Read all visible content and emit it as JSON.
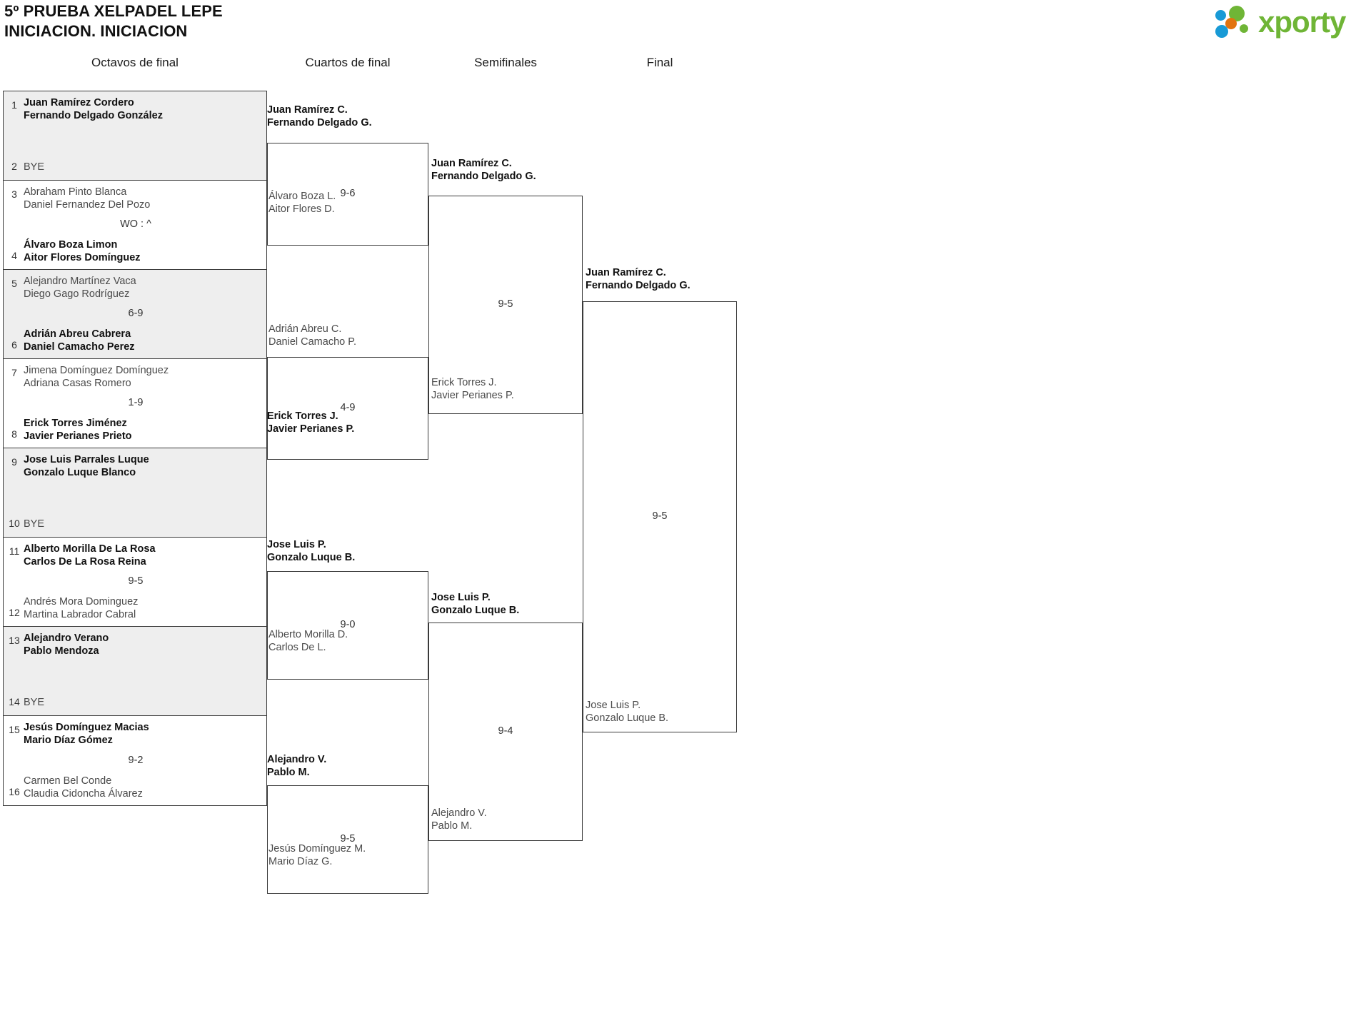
{
  "header": {
    "title_line1": "5º PRUEBA XELPADEL LEPE",
    "title_line2": "INICIACION. INICIACION",
    "logo_text": "xporty",
    "logo_colors": {
      "green": "#6FB536",
      "blue": "#189AD6",
      "orange": "#E2730E"
    }
  },
  "rounds": [
    {
      "label": "Octavos de final"
    },
    {
      "label": "Cuartos de final"
    },
    {
      "label": "Semifinales"
    },
    {
      "label": "Final"
    }
  ],
  "round1": {
    "pairs": [
      {
        "top": {
          "seed": "1",
          "line1": "Juan Ramírez Cordero",
          "line2": "Fernando Delgado González",
          "result": "winner"
        },
        "bottom": {
          "seed": "2",
          "line1": "BYE",
          "line2": "",
          "result": "bye"
        },
        "score": "",
        "shaded": true
      },
      {
        "top": {
          "seed": "3",
          "line1": "Abraham Pinto Blanca",
          "line2": "Daniel Fernandez Del Pozo",
          "result": "loser"
        },
        "bottom": {
          "seed": "4",
          "line1": "Álvaro Boza Limon",
          "line2": "Aitor Flores Domínguez",
          "result": "winner"
        },
        "score": "WO : ^",
        "shaded": false
      },
      {
        "top": {
          "seed": "5",
          "line1": "Alejandro Martínez Vaca",
          "line2": "Diego Gago Rodríguez",
          "result": "loser"
        },
        "bottom": {
          "seed": "6",
          "line1": "Adrián Abreu Cabrera",
          "line2": "Daniel Camacho Perez",
          "result": "winner"
        },
        "score": "6-9",
        "shaded": true
      },
      {
        "top": {
          "seed": "7",
          "line1": "Jimena Domínguez Domínguez",
          "line2": "Adriana Casas Romero",
          "result": "loser"
        },
        "bottom": {
          "seed": "8",
          "line1": "Erick Torres Jiménez",
          "line2": "Javier Perianes Prieto",
          "result": "winner"
        },
        "score": "1-9",
        "shaded": false
      },
      {
        "top": {
          "seed": "9",
          "line1": "Jose Luis Parrales Luque",
          "line2": "Gonzalo Luque Blanco",
          "result": "winner"
        },
        "bottom": {
          "seed": "10",
          "line1": "BYE",
          "line2": "",
          "result": "bye"
        },
        "score": "",
        "shaded": true
      },
      {
        "top": {
          "seed": "11",
          "line1": "Alberto Morilla De La Rosa",
          "line2": "Carlos De La Rosa Reina",
          "result": "winner"
        },
        "bottom": {
          "seed": "12",
          "line1": "Andrés Mora Dominguez",
          "line2": "Martina Labrador Cabral",
          "result": "loser"
        },
        "score": "9-5",
        "shaded": false
      },
      {
        "top": {
          "seed": "13",
          "line1": "Alejandro Verano",
          "line2": "Pablo Mendoza",
          "result": "winner"
        },
        "bottom": {
          "seed": "14",
          "line1": "BYE",
          "line2": "",
          "result": "bye"
        },
        "score": "",
        "shaded": true
      },
      {
        "top": {
          "seed": "15",
          "line1": "Jesús Domínguez Macias",
          "line2": "Mario Díaz Gómez",
          "result": "winner"
        },
        "bottom": {
          "seed": "16",
          "line1": "Carmen Bel Conde",
          "line2": "Claudia Cidoncha Álvarez",
          "result": "loser"
        },
        "score": "9-2",
        "shaded": false
      }
    ]
  },
  "round2": {
    "matches": [
      {
        "top": {
          "line1": "Juan Ramírez C.",
          "line2": "Fernando Delgado G.",
          "result": "winner"
        },
        "bottom": {
          "line1": "Álvaro Boza L.",
          "line2": "Aitor Flores D.",
          "result": "loser"
        },
        "score": "9-6"
      },
      {
        "top": {
          "line1": "Adrián Abreu C.",
          "line2": "Daniel Camacho P.",
          "result": "loser"
        },
        "bottom": {
          "line1": "Erick Torres J.",
          "line2": "Javier Perianes P.",
          "result": "winner"
        },
        "score": "4-9"
      },
      {
        "top": {
          "line1": "Jose Luis P.",
          "line2": "Gonzalo Luque B.",
          "result": "winner"
        },
        "bottom": {
          "line1": "Alberto Morilla D.",
          "line2": "Carlos De L.",
          "result": "loser"
        },
        "score": "9-0"
      },
      {
        "top": {
          "line1": "Alejandro V.",
          "line2": "Pablo M.",
          "result": "winner"
        },
        "bottom": {
          "line1": "Jesús Domínguez M.",
          "line2": "Mario Díaz G.",
          "result": "loser"
        },
        "score": "9-5"
      }
    ]
  },
  "round3": {
    "matches": [
      {
        "top": {
          "line1": "Juan Ramírez C.",
          "line2": "Fernando Delgado G.",
          "result": "winner"
        },
        "bottom": {
          "line1": "Erick Torres J.",
          "line2": "Javier Perianes P.",
          "result": "loser"
        },
        "score": "9-5"
      },
      {
        "top": {
          "line1": "Jose Luis P.",
          "line2": "Gonzalo Luque B.",
          "result": "winner"
        },
        "bottom": {
          "line1": "Alejandro V.",
          "line2": "Pablo M.",
          "result": "loser"
        },
        "score": "9-4"
      }
    ]
  },
  "round4": {
    "matches": [
      {
        "top": {
          "line1": "Juan Ramírez C.",
          "line2": "Fernando Delgado G.",
          "result": "winner"
        },
        "bottom": {
          "line1": "Jose Luis P.",
          "line2": "Gonzalo Luque B.",
          "result": "loser"
        },
        "score": "9-5"
      }
    ]
  }
}
